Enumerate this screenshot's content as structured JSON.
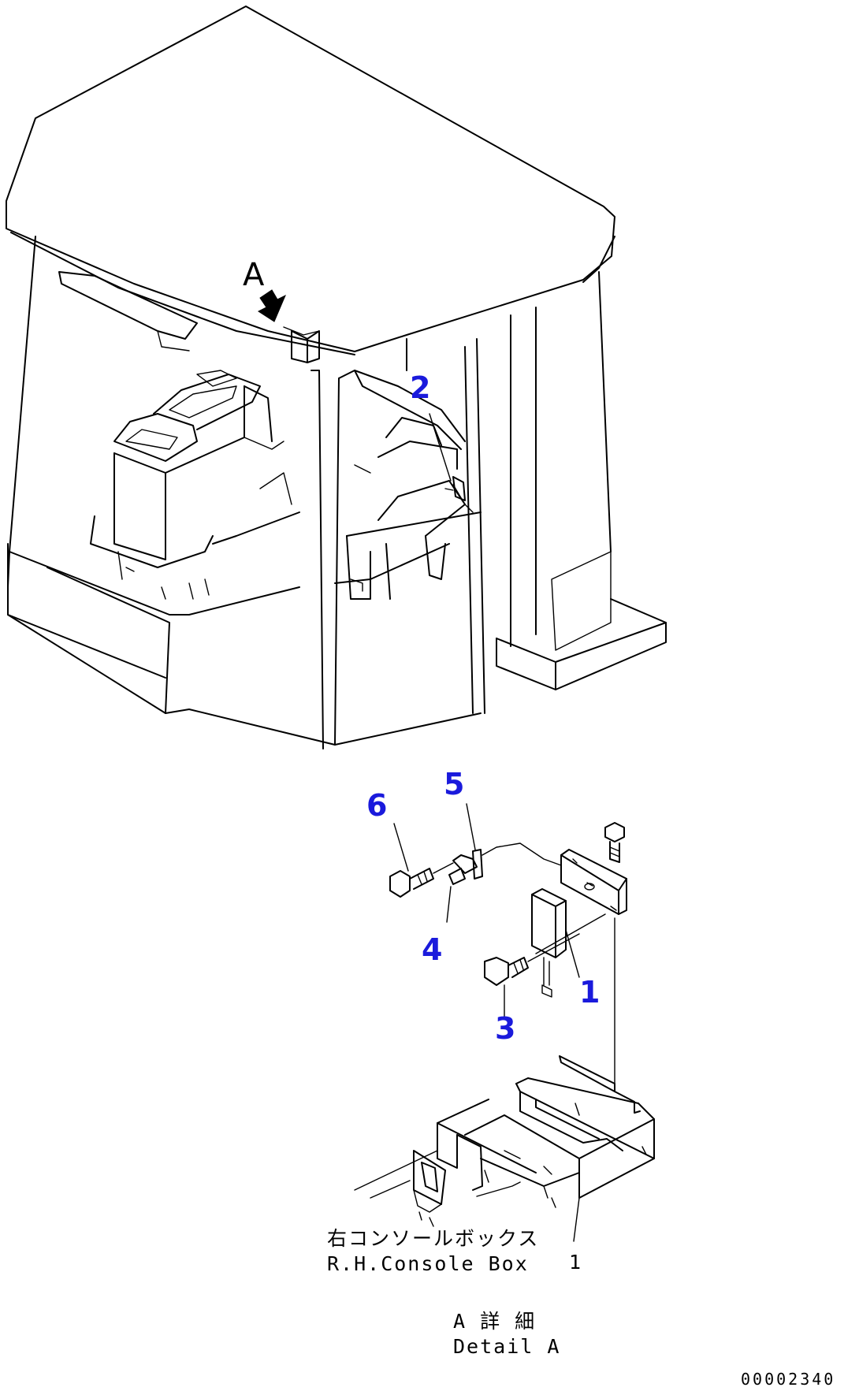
{
  "view_marker": "A",
  "callouts": {
    "c1": "1",
    "c2": "2",
    "c3": "3",
    "c4": "4",
    "c5": "5",
    "c6": "6"
  },
  "console_label": {
    "jp": "右コンソールボックス",
    "en": "R.H.Console Box"
  },
  "reference_mark": "1",
  "detail_label": {
    "jp": "A 詳 細",
    "en": "Detail A"
  },
  "drawing_number": "00002340",
  "colors": {
    "callout": "#1a1adc",
    "line": "#000000",
    "background": "#ffffff"
  }
}
